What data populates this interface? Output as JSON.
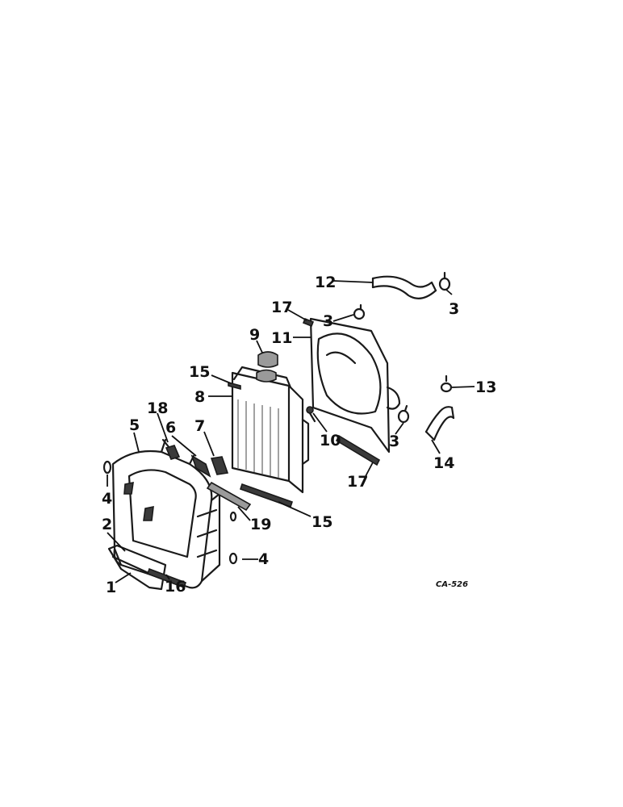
{
  "diagram": {
    "drawing_code": "CA-526",
    "callouts": [
      {
        "id": "c1",
        "text": "1"
      },
      {
        "id": "c2",
        "text": "2"
      },
      {
        "id": "c3a",
        "text": "3"
      },
      {
        "id": "c3b",
        "text": "3"
      },
      {
        "id": "c3c",
        "text": "3"
      },
      {
        "id": "c4a",
        "text": "4"
      },
      {
        "id": "c4b",
        "text": "4"
      },
      {
        "id": "c5",
        "text": "5"
      },
      {
        "id": "c6",
        "text": "6"
      },
      {
        "id": "c7",
        "text": "7"
      },
      {
        "id": "c8",
        "text": "8"
      },
      {
        "id": "c9",
        "text": "9"
      },
      {
        "id": "c10",
        "text": "10"
      },
      {
        "id": "c11",
        "text": "11"
      },
      {
        "id": "c12",
        "text": "12"
      },
      {
        "id": "c13",
        "text": "13"
      },
      {
        "id": "c14",
        "text": "14"
      },
      {
        "id": "c15a",
        "text": "15"
      },
      {
        "id": "c15b",
        "text": "15"
      },
      {
        "id": "c16",
        "text": "16"
      },
      {
        "id": "c17a",
        "text": "17"
      },
      {
        "id": "c17b",
        "text": "17"
      },
      {
        "id": "c18",
        "text": "18"
      },
      {
        "id": "c19",
        "text": "19"
      }
    ]
  }
}
